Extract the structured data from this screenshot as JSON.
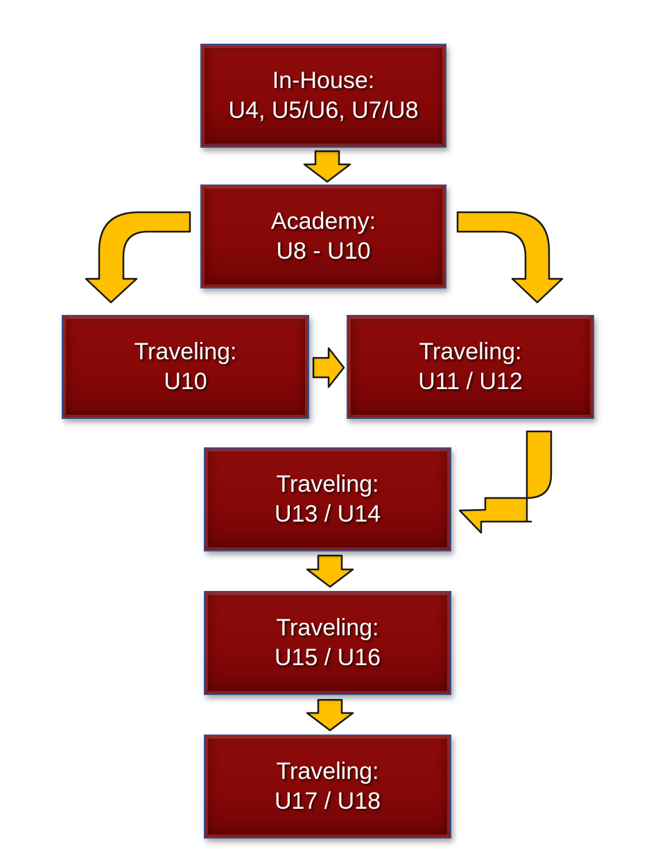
{
  "boxes": {
    "in_house": {
      "title": "In-House:",
      "detail": "U4, U5/U6, U7/U8"
    },
    "academy": {
      "title": "Academy:",
      "detail": "U8 - U10"
    },
    "u10": {
      "title": "Traveling:",
      "detail": "U10"
    },
    "u11_u12": {
      "title": "Traveling:",
      "detail": "U11 / U12"
    },
    "u13_u14": {
      "title": "Traveling:",
      "detail": "U13 / U14"
    },
    "u15_u16": {
      "title": "Traveling:",
      "detail": "U15 / U16"
    },
    "u17_u18": {
      "title": "Traveling:",
      "detail": "U17 / U18"
    }
  },
  "colors": {
    "box_fill": "#860707",
    "box_border": "#3b4f8a",
    "arrow_fill": "#ffc000",
    "text": "#ffffff"
  }
}
